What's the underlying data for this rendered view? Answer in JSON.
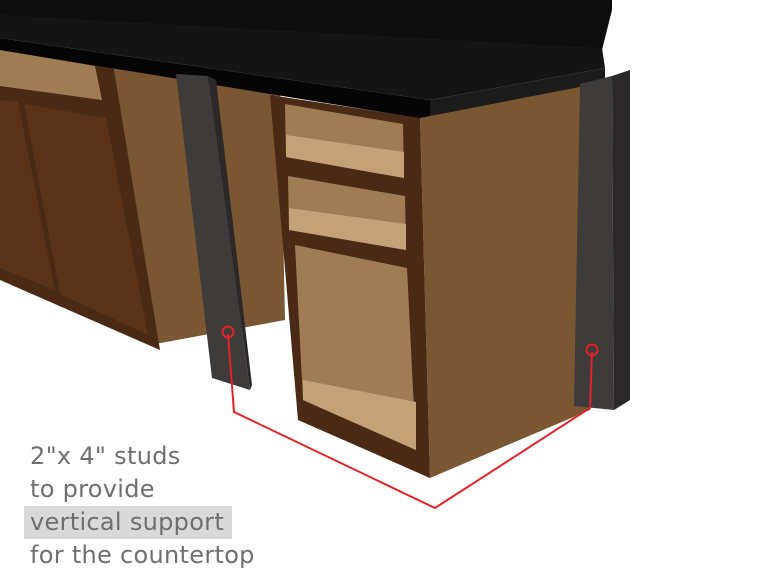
{
  "caption": {
    "line1": "2\"x 4\" studs",
    "line2": "to provide",
    "line3": "vertical support",
    "line4": "for the countertop",
    "highlighted_line": "line3"
  },
  "colors": {
    "countertop": "#0f0f0f",
    "cabinet_frame": "#4b2a15",
    "cabinet_side": "#7a5633",
    "cabinet_interior": "#a07c55",
    "shelf": "#c4a176",
    "stud": "#3e3b3b",
    "callout": "#e0242a",
    "caption_text": "#6f6f6f",
    "highlight": "#d9d9d9"
  }
}
